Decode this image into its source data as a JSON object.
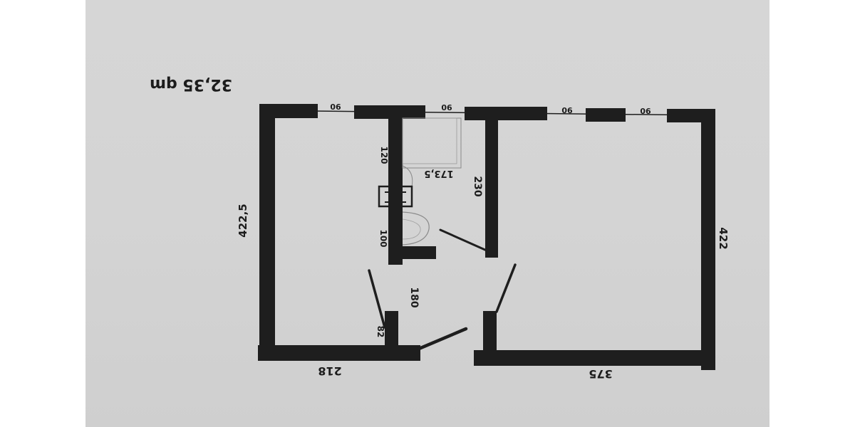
{
  "title": "Hand-drawn floor plan (photographed upside down)",
  "area_label": "32,35 qm",
  "dimensions": {
    "left_wall": "422,5",
    "right_wall": "422",
    "bottom_left": "218",
    "bottom_right": "375",
    "window_1": "90",
    "window_2": "90",
    "window_3": "90",
    "window_4": "90",
    "bathroom_top": "120",
    "bathroom_bottom": "100",
    "shower_width": "173,5",
    "partition": "230",
    "corridor": "180",
    "door_width": "82"
  },
  "colors": {
    "paper": "#d5d5d5",
    "ink": "#1e1e1e",
    "pencil": "#8a8a8a",
    "background": "#ffffff"
  }
}
